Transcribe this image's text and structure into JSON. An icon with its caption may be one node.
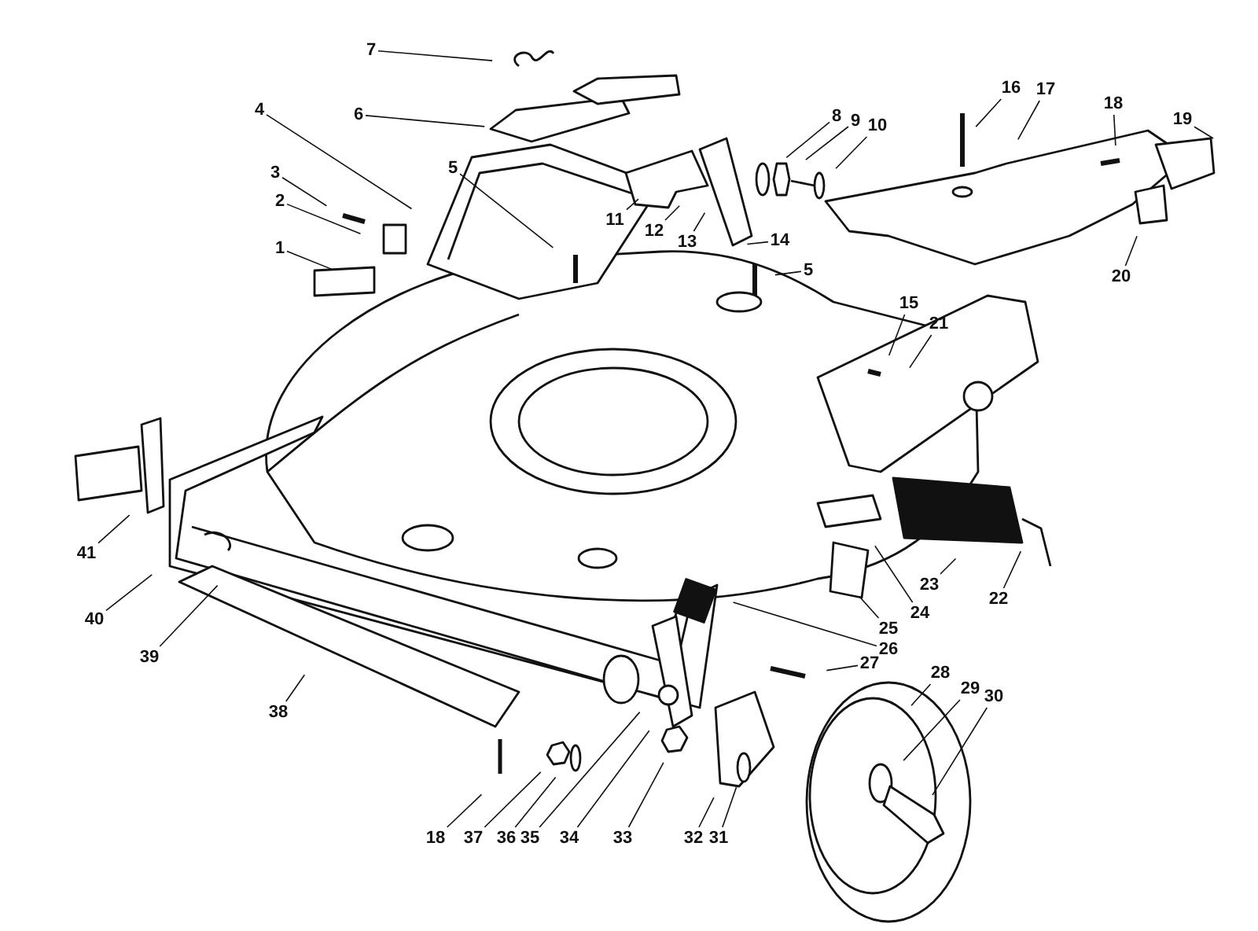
{
  "diagram": {
    "nodes": [
      {
        "text": [
          "7"
        ]
      },
      {
        "text": [
          "4"
        ]
      },
      {
        "text": [
          "6"
        ]
      },
      {
        "text": [
          "16"
        ]
      },
      {
        "text": [
          "17"
        ]
      },
      {
        "text": [
          "18"
        ]
      },
      {
        "text": [
          "19"
        ]
      },
      {
        "text": [
          "8"
        ]
      },
      {
        "text": [
          "9"
        ]
      },
      {
        "text": [
          "10"
        ]
      },
      {
        "text": [
          "3"
        ]
      },
      {
        "text": [
          "5"
        ]
      },
      {
        "text": [
          "2"
        ]
      },
      {
        "text": [
          "11"
        ]
      },
      {
        "text": [
          "12"
        ]
      },
      {
        "text": [
          "13"
        ]
      },
      {
        "text": [
          "14"
        ]
      },
      {
        "text": [
          "1"
        ]
      },
      {
        "text": [
          "5"
        ]
      },
      {
        "text": [
          "20"
        ]
      },
      {
        "text": [
          "15"
        ]
      },
      {
        "text": [
          "21"
        ]
      },
      {
        "text": [
          "41"
        ]
      },
      {
        "text": [
          "23"
        ]
      },
      {
        "text": [
          "24"
        ]
      },
      {
        "text": [
          "25"
        ]
      },
      {
        "text": [
          "22"
        ]
      },
      {
        "text": [
          "40"
        ]
      },
      {
        "text": [
          "39"
        ]
      },
      {
        "text": [
          "26"
        ]
      },
      {
        "text": [
          "27"
        ]
      },
      {
        "text": [
          "28"
        ]
      },
      {
        "text": [
          "29"
        ]
      },
      {
        "text": [
          "30"
        ]
      },
      {
        "text": [
          "38"
        ]
      },
      {
        "text": [
          "18"
        ]
      },
      {
        "text": [
          "37"
        ]
      },
      {
        "text": [
          "36"
        ]
      },
      {
        "text": [
          "35"
        ]
      },
      {
        "text": [
          "34"
        ]
      },
      {
        "text": [
          "33"
        ]
      },
      {
        "text": [
          "32"
        ]
      },
      {
        "text": [
          "31"
        ]
      }
    ],
    "edges": [
      {
        "from": 0,
        "to": null,
        "arrow": "none"
      },
      {
        "from": 1,
        "to": null,
        "arrow": "none"
      },
      {
        "from": 2,
        "to": null,
        "arrow": "none"
      },
      {
        "from": 3,
        "to": null,
        "arrow": "none"
      },
      {
        "from": 4,
        "to": null,
        "arrow": "none"
      },
      {
        "from": 5,
        "to": null,
        "arrow": "none"
      },
      {
        "from": 6,
        "to": null,
        "arrow": "none"
      },
      {
        "from": 7,
        "to": null,
        "arrow": "none"
      },
      {
        "from": 8,
        "to": null,
        "arrow": "none"
      },
      {
        "from": 9,
        "to": null,
        "arrow": "none"
      },
      {
        "from": 10,
        "to": null,
        "arrow": "none"
      },
      {
        "from": 11,
        "to": null,
        "arrow": "none"
      },
      {
        "from": 12,
        "to": null,
        "arrow": "none"
      },
      {
        "from": 13,
        "to": null,
        "arrow": "none"
      },
      {
        "from": 14,
        "to": null,
        "arrow": "none"
      },
      {
        "from": 15,
        "to": null,
        "arrow": "none"
      },
      {
        "from": 16,
        "to": null,
        "arrow": "none"
      },
      {
        "from": 17,
        "to": null,
        "arrow": "none"
      },
      {
        "from": 18,
        "to": null,
        "arrow": "none"
      },
      {
        "from": 19,
        "to": null,
        "arrow": "none"
      },
      {
        "from": 20,
        "to": null,
        "arrow": "none"
      },
      {
        "from": 21,
        "to": null,
        "arrow": "none"
      },
      {
        "from": 22,
        "to": null,
        "arrow": "none"
      },
      {
        "from": 23,
        "to": null,
        "arrow": "none"
      },
      {
        "from": 24,
        "to": null,
        "arrow": "none"
      },
      {
        "from": 25,
        "to": null,
        "arrow": "none"
      },
      {
        "from": 26,
        "to": null,
        "arrow": "none"
      },
      {
        "from": 27,
        "to": null,
        "arrow": "none"
      },
      {
        "from": 28,
        "to": null,
        "arrow": "none"
      },
      {
        "from": 29,
        "to": null,
        "arrow": "none"
      },
      {
        "from": 30,
        "to": null,
        "arrow": "none"
      },
      {
        "from": 31,
        "to": null,
        "arrow": "none"
      },
      {
        "from": 32,
        "to": null,
        "arrow": "none"
      },
      {
        "from": 33,
        "to": null,
        "arrow": "none"
      },
      {
        "from": 34,
        "to": null,
        "arrow": "none"
      },
      {
        "from": 35,
        "to": null,
        "arrow": "none"
      },
      {
        "from": 36,
        "to": null,
        "arrow": "none"
      },
      {
        "from": 37,
        "to": null,
        "arrow": "none"
      },
      {
        "from": 38,
        "to": null,
        "arrow": "none"
      },
      {
        "from": 39,
        "to": null,
        "arrow": "none"
      },
      {
        "from": 40,
        "to": null,
        "arrow": "none"
      },
      {
        "from": 41,
        "to": null,
        "arrow": "none"
      },
      {
        "from": 42,
        "to": null,
        "arrow": "none"
      }
    ]
  }
}
